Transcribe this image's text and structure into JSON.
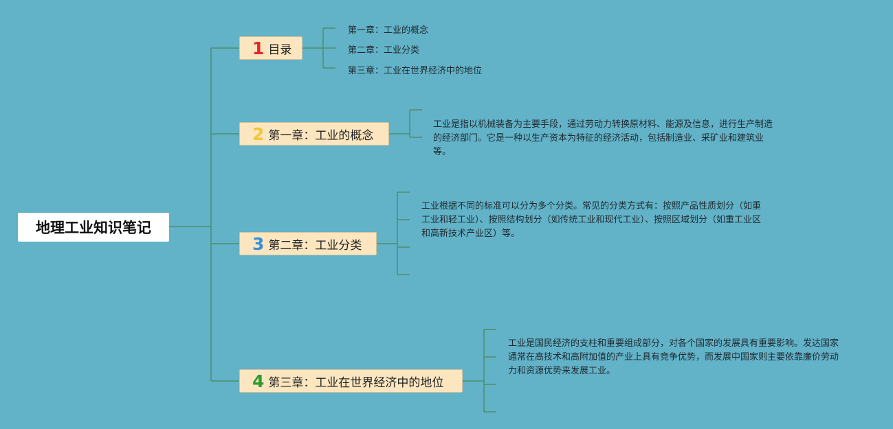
{
  "root": {
    "title": "地理工业知识笔记"
  },
  "branches": [
    {
      "number": "1",
      "number_color": "#e02a2a",
      "label": "目录"
    },
    {
      "number": "2",
      "number_color": "#f3c63a",
      "label": "第一章：工业的概念"
    },
    {
      "number": "3",
      "number_color": "#3a8fd8",
      "label": "第二章：工业分类"
    },
    {
      "number": "4",
      "number_color": "#2f9a2f",
      "label": "第三章：工业在世界经济中的地位"
    }
  ],
  "toc": [
    "第一章：工业的概念",
    "第二章：工业分类",
    "第三章：工业在世界经济中的地位"
  ],
  "details": {
    "ch1": "工业是指以机械装备为主要手段，通过劳动力转换原材料、能源及信息，进行生产制造的经济部门。它是一种以生产资本为特征的经济活动，包括制造业、采矿业和建筑业等。",
    "ch2": "工业根据不同的标准可以分为多个分类。常见的分类方式有：按照产品性质划分（如重工业和轻工业）、按照结构划分（如传统工业和现代工业）、按照区域划分（如重工业区和高新技术产业区）等。",
    "ch3": "工业是国民经济的支柱和重要组成部分，对各个国家的发展具有重要影响。发达国家通常在高技术和高附加值的产业上具有竞争优势，而发展中国家则主要依靠廉价劳动力和资源优势来发展工业。"
  },
  "colors": {
    "background": "#62b2c8",
    "line": "#4c8f6a",
    "topic_fill": "#fbe6c0",
    "root_fill": "#ffffff"
  }
}
